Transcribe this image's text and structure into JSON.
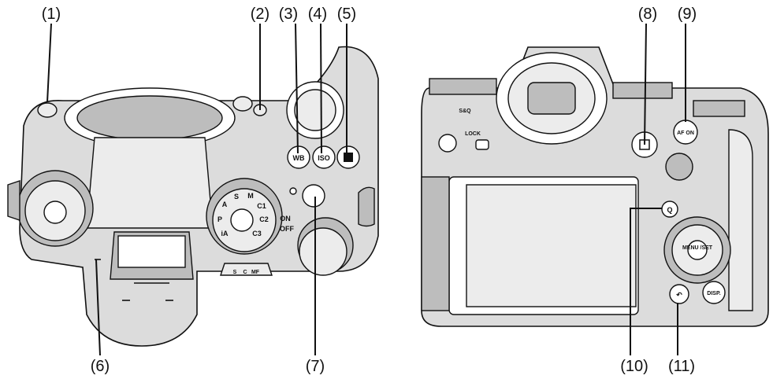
{
  "callouts": [
    "(1)",
    "(2)",
    "(3)",
    "(4)",
    "(5)",
    "(6)",
    "(7)",
    "(8)",
    "(9)",
    "(10)",
    "(11)"
  ],
  "top_view": {
    "power_on": "ON",
    "power_off": "OFF",
    "wb_button": "WB",
    "iso_button": "ISO",
    "mode_dial": [
      "P",
      "A",
      "S",
      "M",
      "C1",
      "C2",
      "C3",
      "iA"
    ],
    "focus_mode": [
      "S",
      "C",
      "MF"
    ]
  },
  "rear_view": {
    "lock": "LOCK",
    "sq": "S&Q",
    "af_on": "AF ON",
    "menu_set": "MENU /SET",
    "disp": "DISP."
  }
}
